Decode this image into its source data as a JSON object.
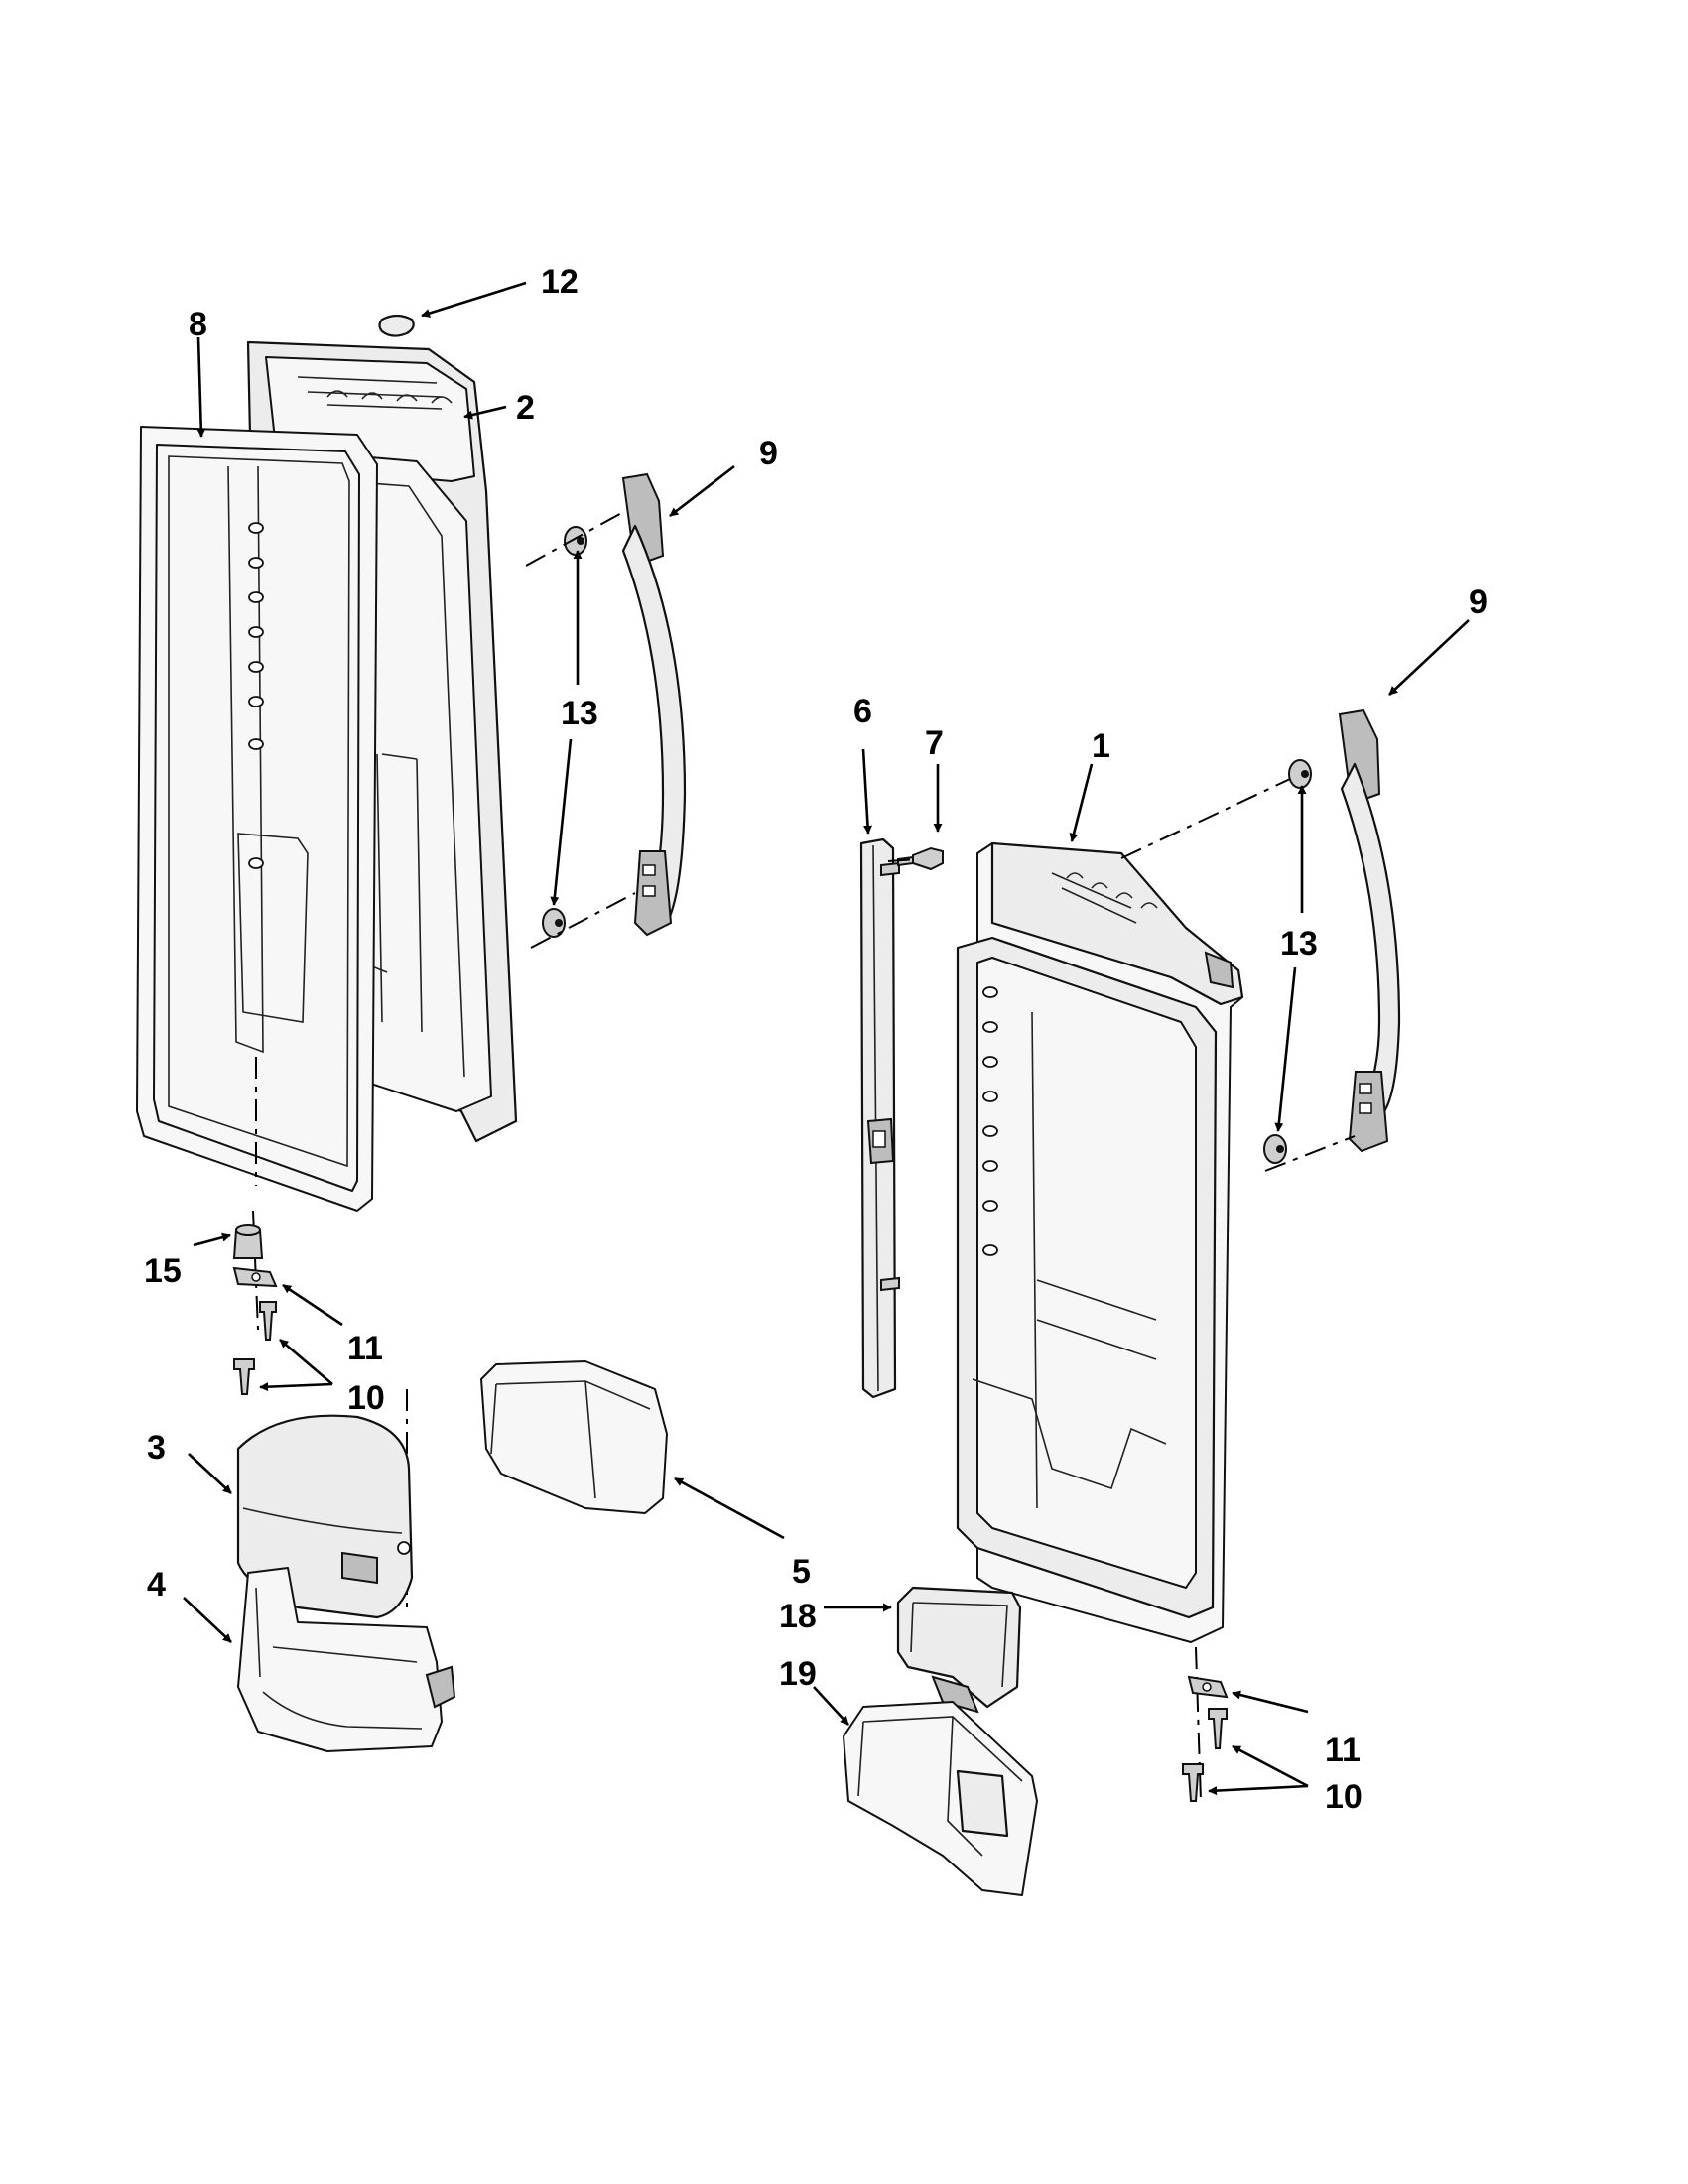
{
  "callouts": {
    "c12": "12",
    "c8": "8",
    "c2": "2",
    "c9_left": "9",
    "c13_left": "13",
    "c9_right": "9",
    "c6": "6",
    "c7": "7",
    "c1": "1",
    "c13_right": "13",
    "c15": "15",
    "c11_left": "11",
    "c10_left": "10",
    "c3": "3",
    "c4": "4",
    "c5": "5",
    "c18": "18",
    "c19": "19",
    "c11_right": "11",
    "c10_right": "10"
  }
}
